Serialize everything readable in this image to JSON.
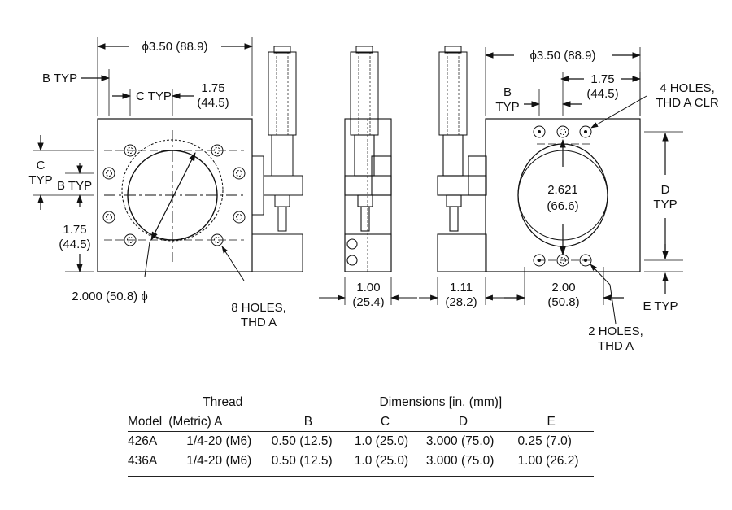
{
  "front_view": {
    "dim_width": "ϕ3.50 (88.9)",
    "b_typ": "B TYP",
    "c_typ_top": "C TYP",
    "dim_175_in": "1.75",
    "dim_175_mm": "(44.5)",
    "c_label": "C",
    "typ_label": "TYP",
    "b_typ_left": "B TYP",
    "dim_175_left_in": "1.75",
    "dim_175_left_mm": "(44.5)",
    "aperture": "2.000 (50.8) ϕ",
    "holes_line1": "8 HOLES,",
    "holes_line2": "THD A"
  },
  "side_view": {
    "width1_in": "1.00",
    "width1_mm": "(25.4)",
    "width2_in": "1.11",
    "width2_mm": "(28.2)"
  },
  "rear_view": {
    "dim_width": "ϕ3.50 (88.9)",
    "b_label": "B",
    "typ_label": "TYP",
    "dim_175_in": "1.75",
    "dim_175_mm": "(44.5)",
    "holes4_line1": "4 HOLES,",
    "holes4_line2": "THD A CLR",
    "center_in": "2.621",
    "center_mm": "(66.6)",
    "d_label": "D",
    "d_typ": "TYP",
    "dim_200_in": "2.00",
    "dim_200_mm": "(50.8)",
    "e_typ": "E TYP",
    "holes2_line1": "2 HOLES,",
    "holes2_line2": "THD A"
  },
  "table": {
    "group_thread": "Thread",
    "group_dims": "Dimensions [in. (mm)]",
    "headers": [
      "Model",
      "(Metric) A",
      "B",
      "C",
      "D",
      "E"
    ],
    "rows": [
      [
        "426A",
        "1/4-20 (M6)",
        "0.50 (12.5)",
        "1.0 (25.0)",
        "3.000 (75.0)",
        "0.25 (7.0)"
      ],
      [
        "436A",
        "1/4-20 (M6)",
        "0.50 (12.5)",
        "1.0 (25.0)",
        "3.000 (75.0)",
        "1.00 (26.2)"
      ]
    ]
  }
}
